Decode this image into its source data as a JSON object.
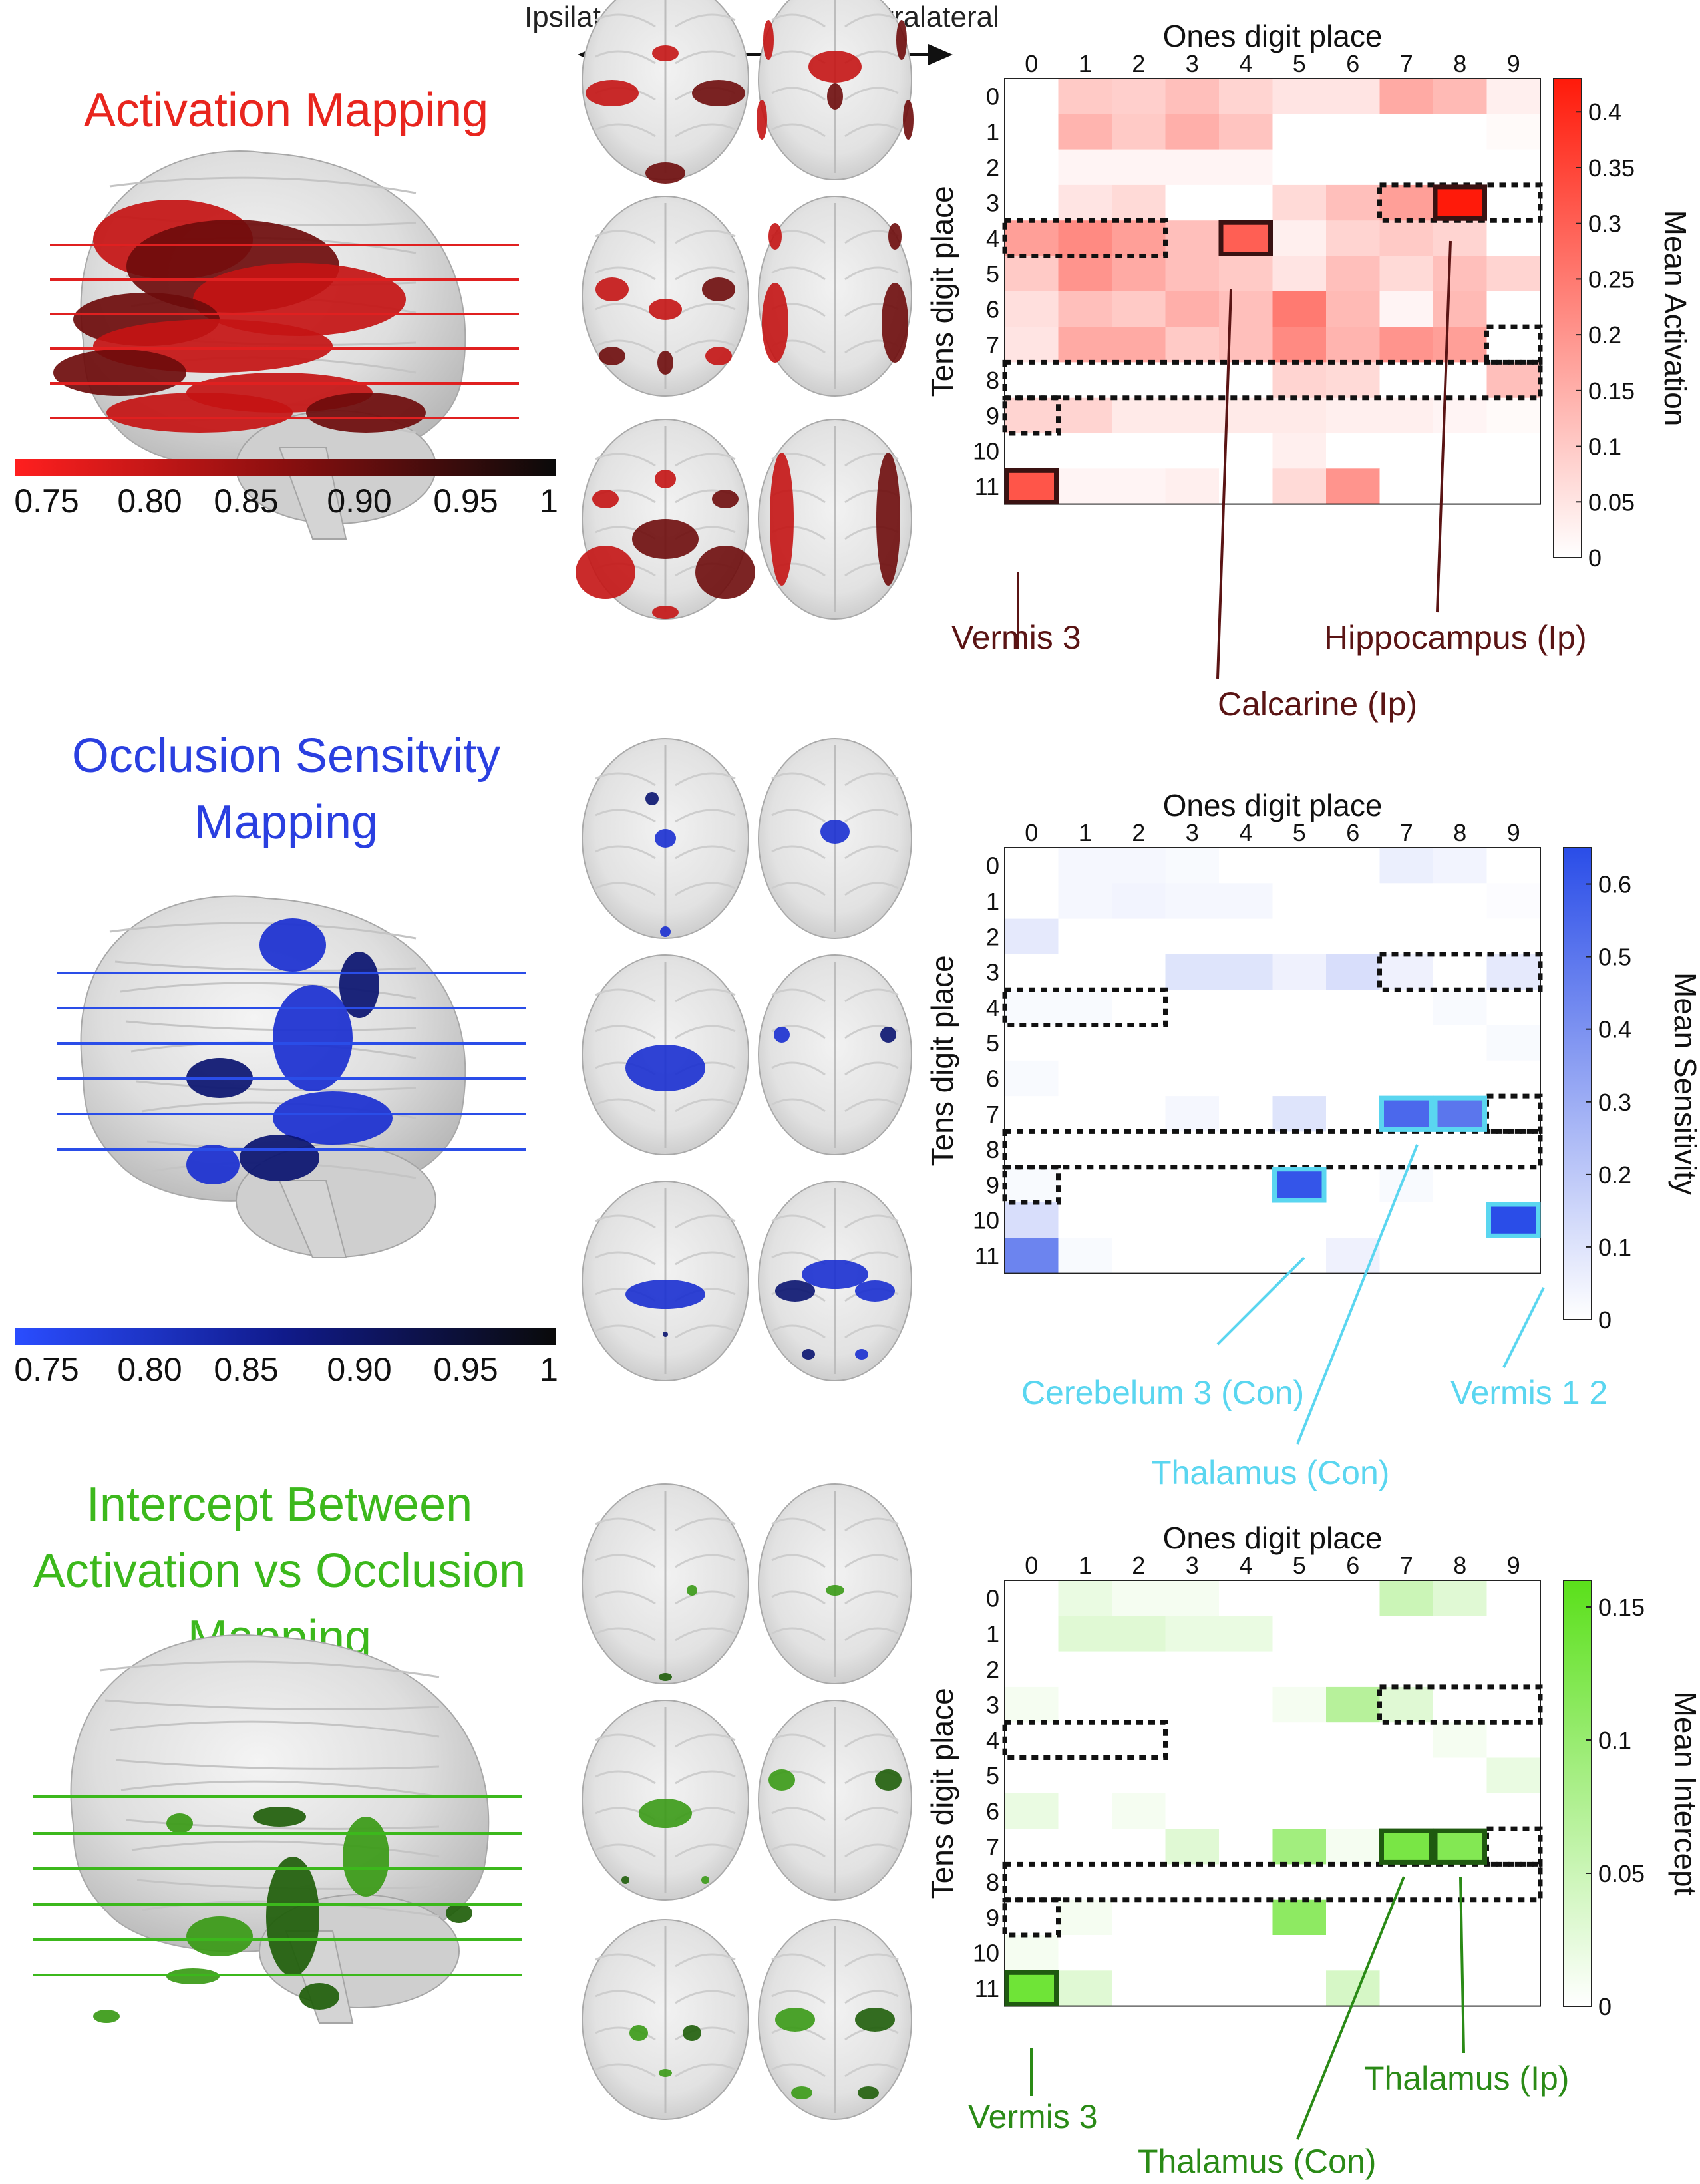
{
  "panels": [
    {
      "id": "activation",
      "title_lines": [
        "Activation Mapping"
      ],
      "title_color": "#e8251e",
      "accent": "#e02020",
      "scale_min_color": "#ff1f1f",
      "scale_mid_color": "#8a0f0f",
      "brain_blob_color": "#c41414",
      "brain_blob_dark": "#6e0c0c",
      "colorbar_ticks": [
        "0.75",
        "0.80",
        "0.85",
        "0.90",
        "0.95",
        "1"
      ],
      "heatmap_label_top": "Ones digit place",
      "heatmap_label_left": "Tens digit place",
      "heatmap_label_right": "Mean Activation",
      "legend_max_color": "#ff1a0a",
      "legend_ticks": [
        "0.4",
        "0.35",
        "0.3",
        "0.25",
        "0.2",
        "0.15",
        "0.1",
        "0.05",
        "0"
      ],
      "legend_max": 0.43,
      "callouts": [
        {
          "text": "Vermis 3",
          "color": "#5a1414"
        },
        {
          "text": "Calcarine (Ip)",
          "color": "#5a1414"
        },
        {
          "text": "Hippocampus (Ip)",
          "color": "#5a1414"
        }
      ]
    },
    {
      "id": "occlusion",
      "title_lines": [
        "Occlusion Sensitvity",
        "Mapping"
      ],
      "title_color": "#2a3fe0",
      "accent": "#2a4de8",
      "scale_min_color": "#2a4dff",
      "scale_mid_color": "#101a8a",
      "brain_blob_color": "#1a2fd0",
      "brain_blob_dark": "#0a1470",
      "colorbar_ticks": [
        "0.75",
        "0.80",
        "0.85",
        "0.90",
        "0.95",
        "1"
      ],
      "heatmap_label_top": "Ones digit place",
      "heatmap_label_left": "Tens digit place",
      "heatmap_label_right": "Mean Sensitivity",
      "legend_max_color": "#2a4de8",
      "legend_ticks": [
        "0.6",
        "0.5",
        "0.4",
        "0.3",
        "0.2",
        "0.1",
        "0"
      ],
      "legend_max": 0.65,
      "callouts": [
        {
          "text": "Cerebelum 3 (Con)",
          "color": "#5ad6f0"
        },
        {
          "text": "Thalamus (Con)",
          "color": "#5ad6f0"
        },
        {
          "text": "Vermis 1 2",
          "color": "#5ad6f0"
        }
      ]
    },
    {
      "id": "intercept",
      "title_lines": [
        "Intercept Between",
        "Activation vs Occlusion",
        "Mapping"
      ],
      "title_color": "#3cb81c",
      "accent": "#3cb81c",
      "brain_blob_color": "#3a9a16",
      "brain_blob_dark": "#1f5e0a",
      "heatmap_label_top": "Ones digit place",
      "heatmap_label_left": "Tens digit place",
      "heatmap_label_right": "Mean Intercept",
      "legend_max_color": "#5ae01a",
      "legend_ticks": [
        "0.15",
        "0.1",
        "0.05",
        "0"
      ],
      "legend_max": 0.16,
      "callouts": [
        {
          "text": "Vermis 3",
          "color": "#2a8a16"
        },
        {
          "text": "Thalamus  (Con)",
          "color": "#2a8a16"
        },
        {
          "text": "Thalamus  (Ip)",
          "color": "#2a8a16"
        }
      ]
    }
  ],
  "header": {
    "ipsilateral": "Ipsilateral",
    "contralateral": "Contralateral"
  },
  "chart_data": [
    {
      "type": "heatmap",
      "ylabel": "Tens digit place",
      "xlabel": "Ones digit place",
      "colorbar_label": "Mean Activation",
      "colorbar_range": [
        0,
        0.43
      ],
      "x": [
        "0",
        "1",
        "2",
        "3",
        "4",
        "5",
        "6",
        "7",
        "8",
        "9"
      ],
      "y": [
        "0",
        "1",
        "2",
        "3",
        "4",
        "5",
        "6",
        "7",
        "8",
        "9",
        "10",
        "11"
      ],
      "values": [
        [
          0.0,
          0.1,
          0.09,
          0.12,
          0.08,
          0.05,
          0.05,
          0.16,
          0.13,
          0.03
        ],
        [
          0.0,
          0.14,
          0.1,
          0.15,
          0.11,
          0.0,
          0.0,
          0.0,
          0.0,
          0.01
        ],
        [
          0.0,
          0.02,
          0.02,
          0.02,
          0.02,
          0.0,
          0.0,
          0.0,
          0.0,
          0.0
        ],
        [
          0.0,
          0.05,
          0.07,
          0.0,
          0.0,
          0.07,
          0.12,
          0.18,
          0.43,
          0.0
        ],
        [
          0.18,
          0.22,
          0.18,
          0.12,
          0.3,
          0.03,
          0.08,
          0.1,
          0.08,
          0.0
        ],
        [
          0.1,
          0.2,
          0.16,
          0.12,
          0.1,
          0.05,
          0.12,
          0.07,
          0.12,
          0.08
        ],
        [
          0.06,
          0.12,
          0.1,
          0.15,
          0.12,
          0.25,
          0.13,
          0.02,
          0.13,
          0.0
        ],
        [
          0.05,
          0.16,
          0.16,
          0.1,
          0.12,
          0.22,
          0.14,
          0.2,
          0.18,
          0.0
        ],
        [
          0.0,
          0.0,
          0.0,
          0.0,
          0.0,
          0.08,
          0.07,
          0.0,
          0.0,
          0.12
        ],
        [
          0.08,
          0.08,
          0.04,
          0.04,
          0.04,
          0.04,
          0.03,
          0.03,
          0.02,
          0.01
        ],
        [
          0.0,
          0.0,
          0.0,
          0.0,
          0.0,
          0.03,
          0.0,
          0.0,
          0.0,
          0.0
        ],
        [
          0.32,
          0.02,
          0.02,
          0.03,
          0.0,
          0.07,
          0.2,
          0.0,
          0.0,
          0.0
        ]
      ],
      "highlighted_cells": [
        [
          11,
          0
        ],
        [
          4,
          4
        ],
        [
          3,
          8
        ]
      ],
      "dashed_outlines": [
        [
          3,
          7,
          3,
          9
        ],
        [
          4,
          0,
          4,
          2
        ],
        [
          7,
          9,
          7,
          9
        ],
        [
          8,
          0,
          8,
          9
        ],
        [
          9,
          0,
          9,
          0
        ]
      ]
    },
    {
      "type": "heatmap",
      "ylabel": "Tens digit place",
      "xlabel": "Ones digit place",
      "colorbar_label": "Mean Sensitivity",
      "colorbar_range": [
        0,
        0.65
      ],
      "x": [
        "0",
        "1",
        "2",
        "3",
        "4",
        "5",
        "6",
        "7",
        "8",
        "9"
      ],
      "y": [
        "0",
        "1",
        "2",
        "3",
        "4",
        "5",
        "6",
        "7",
        "8",
        "9",
        "10",
        "11"
      ],
      "values": [
        [
          0.0,
          0.03,
          0.03,
          0.02,
          0.0,
          0.0,
          0.0,
          0.06,
          0.04,
          0.0
        ],
        [
          0.0,
          0.03,
          0.04,
          0.03,
          0.03,
          0.0,
          0.0,
          0.0,
          0.0,
          0.01
        ],
        [
          0.08,
          0.0,
          0.0,
          0.0,
          0.0,
          0.0,
          0.0,
          0.0,
          0.0,
          0.0
        ],
        [
          0.0,
          0.0,
          0.0,
          0.1,
          0.1,
          0.05,
          0.12,
          0.05,
          0.0,
          0.08
        ],
        [
          0.02,
          0.02,
          0.0,
          0.0,
          0.0,
          0.0,
          0.0,
          0.0,
          0.02,
          0.0
        ],
        [
          0.0,
          0.0,
          0.0,
          0.0,
          0.0,
          0.0,
          0.0,
          0.0,
          0.0,
          0.02
        ],
        [
          0.02,
          0.0,
          0.0,
          0.0,
          0.0,
          0.0,
          0.0,
          0.0,
          0.0,
          0.0
        ],
        [
          0.0,
          0.0,
          0.0,
          0.03,
          0.0,
          0.1,
          0.0,
          0.55,
          0.5,
          0.0
        ],
        [
          0.0,
          0.0,
          0.0,
          0.0,
          0.0,
          0.0,
          0.0,
          0.0,
          0.0,
          0.0
        ],
        [
          0.02,
          0.0,
          0.0,
          0.0,
          0.0,
          0.62,
          0.0,
          0.02,
          0.0,
          0.0
        ],
        [
          0.12,
          0.0,
          0.0,
          0.0,
          0.0,
          0.0,
          0.0,
          0.0,
          0.0,
          0.65
        ],
        [
          0.45,
          0.02,
          0.0,
          0.0,
          0.0,
          0.0,
          0.05,
          0.0,
          0.0,
          0.0
        ]
      ],
      "highlighted_cells": [
        [
          9,
          5
        ],
        [
          7,
          7
        ],
        [
          7,
          8
        ],
        [
          10,
          9
        ]
      ],
      "dashed_outlines": [
        [
          3,
          7,
          3,
          9
        ],
        [
          4,
          0,
          4,
          2
        ],
        [
          7,
          9,
          7,
          9
        ],
        [
          8,
          0,
          8,
          9
        ],
        [
          9,
          0,
          9,
          0
        ]
      ]
    },
    {
      "type": "heatmap",
      "ylabel": "Tens digit place",
      "xlabel": "Ones digit place",
      "colorbar_label": "Mean Intercept",
      "colorbar_range": [
        0,
        0.16
      ],
      "x": [
        "0",
        "1",
        "2",
        "3",
        "4",
        "5",
        "6",
        "7",
        "8",
        "9"
      ],
      "y": [
        "0",
        "1",
        "2",
        "3",
        "4",
        "5",
        "6",
        "7",
        "8",
        "9",
        "10",
        "11"
      ],
      "values": [
        [
          0.0,
          0.02,
          0.01,
          0.01,
          0.0,
          0.0,
          0.0,
          0.05,
          0.03,
          0.0
        ],
        [
          0.0,
          0.03,
          0.03,
          0.02,
          0.02,
          0.0,
          0.0,
          0.0,
          0.0,
          0.0
        ],
        [
          0.0,
          0.0,
          0.0,
          0.0,
          0.0,
          0.0,
          0.0,
          0.0,
          0.0,
          0.0
        ],
        [
          0.01,
          0.0,
          0.0,
          0.0,
          0.0,
          0.01,
          0.07,
          0.03,
          0.0,
          0.0
        ],
        [
          0.0,
          0.0,
          0.0,
          0.0,
          0.0,
          0.0,
          0.0,
          0.0,
          0.01,
          0.0
        ],
        [
          0.0,
          0.0,
          0.0,
          0.0,
          0.0,
          0.0,
          0.0,
          0.0,
          0.0,
          0.02
        ],
        [
          0.02,
          0.0,
          0.01,
          0.0,
          0.0,
          0.0,
          0.0,
          0.0,
          0.0,
          0.0
        ],
        [
          0.0,
          0.0,
          0.0,
          0.03,
          0.0,
          0.09,
          0.01,
          0.13,
          0.12,
          0.0
        ],
        [
          0.0,
          0.0,
          0.0,
          0.0,
          0.0,
          0.0,
          0.0,
          0.0,
          0.0,
          0.0
        ],
        [
          0.0,
          0.01,
          0.0,
          0.0,
          0.0,
          0.11,
          0.0,
          0.0,
          0.0,
          0.0
        ],
        [
          0.01,
          0.0,
          0.0,
          0.0,
          0.0,
          0.0,
          0.0,
          0.0,
          0.0,
          0.0
        ],
        [
          0.14,
          0.03,
          0.0,
          0.0,
          0.0,
          0.0,
          0.04,
          0.0,
          0.0,
          0.0
        ]
      ],
      "highlighted_cells": [
        [
          11,
          0
        ],
        [
          7,
          7
        ],
        [
          7,
          8
        ]
      ],
      "dashed_outlines": [
        [
          3,
          7,
          3,
          9
        ],
        [
          4,
          0,
          4,
          2
        ],
        [
          7,
          9,
          7,
          9
        ],
        [
          8,
          0,
          8,
          9
        ],
        [
          9,
          0,
          9,
          0
        ]
      ]
    }
  ]
}
